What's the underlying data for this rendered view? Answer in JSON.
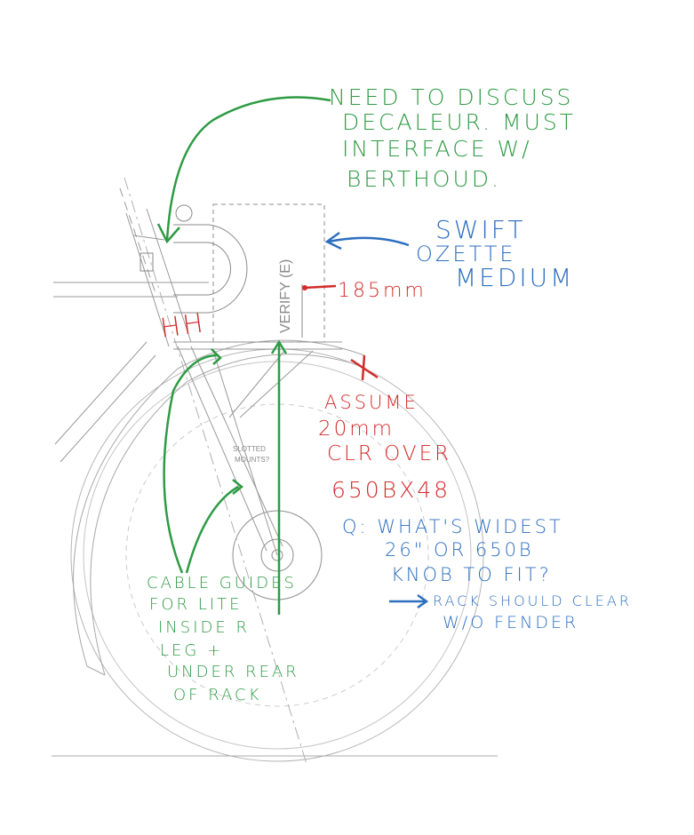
{
  "drawing": {
    "box_label": "VERIFY (E)",
    "mount_label_line1": "SLOTTED",
    "mount_label_line2": "MOUNTS?"
  },
  "notes": {
    "derailleur": [
      "NEED TO DISCUSS",
      "DECALEUR. MUST",
      "INTERFACE W/",
      "BERTHOUD."
    ],
    "bag": [
      "SWIFT",
      "OZETTE",
      "MEDIUM"
    ],
    "height": "185mm",
    "clearance": [
      "ASSUME",
      "20mm",
      "CLR OVER",
      "650BX48"
    ],
    "question": [
      "Q: WHAT'S WIDEST",
      "26\" OR 650B",
      "KNOB TO FIT?"
    ],
    "rack_clear": [
      "RACK SHOULD CLEAR",
      "W/O FENDER"
    ],
    "cable": [
      "CABLE GUIDES",
      "FOR LITE",
      "INSIDE R",
      "LEG +",
      "UNDER REAR",
      "OF RACK"
    ],
    "hash_mark": "HH"
  },
  "colors": {
    "green": "#2e9b44",
    "blue": "#2d6fc0",
    "red": "#d32b2b",
    "drawing_line": "#9a9a9a"
  }
}
